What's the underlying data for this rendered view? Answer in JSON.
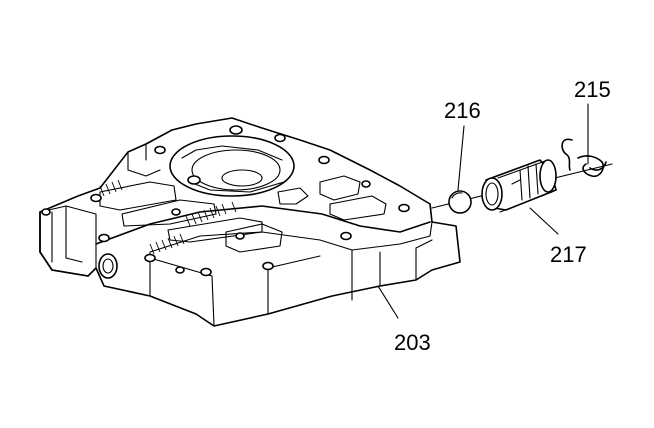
{
  "callouts": {
    "c203": "203",
    "c215": "215",
    "c216": "216",
    "c217": "217"
  },
  "parts": {
    "valve_body": "203",
    "clip": "215",
    "check_ball": "216",
    "accumulator_piston": "217"
  },
  "colors": {
    "ink": "#000000",
    "paper": "#ffffff"
  }
}
